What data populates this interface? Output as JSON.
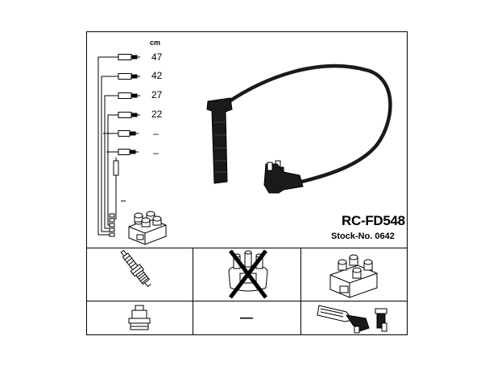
{
  "kit": {
    "code": "RC-FD548",
    "stock_label": "Stock-No. 0642",
    "unit": "cm",
    "lengths": [
      "47",
      "42",
      "27",
      "22",
      "–",
      "–"
    ]
  },
  "fitment": {
    "distributor_cap_excluded": true,
    "middle_bottom_value": "—"
  },
  "colors": {
    "line": "#000000",
    "part_fill": "#ffffff",
    "cable": "#1a1a1a"
  },
  "icons": [
    "spark-plug-icon",
    "distributor-cap-crossed-icon",
    "ignition-coil-icon",
    "plug-boot-icon",
    "coil-boot-icon"
  ]
}
